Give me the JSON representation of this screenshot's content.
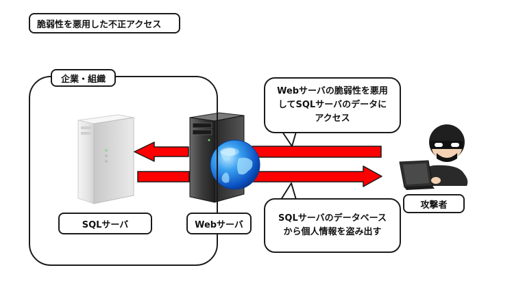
{
  "title": "脆弱性を悪用した不正アクセス",
  "organization_label": "企業・組織",
  "sql_server_label": "SQLサーバ",
  "web_server_label": "Webサーバ",
  "attacker_label": "攻撃者",
  "callouts": {
    "top": [
      "Webサーバの脆弱性を悪用",
      "してSQLサーバのデータに",
      "アクセス"
    ],
    "bottom": [
      "SQLサーバのデータベース",
      "から個人情報を盗み出す"
    ]
  },
  "colors": {
    "arrow": "#ff0000",
    "outline": "#1a1a1a"
  }
}
